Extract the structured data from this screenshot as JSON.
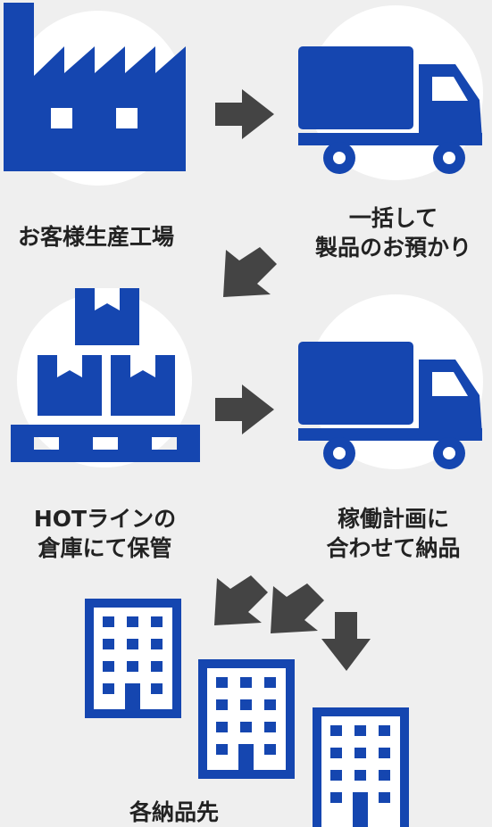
{
  "colors": {
    "brand_blue": "#1546b0",
    "arrow_gray": "#444444",
    "circle_white": "#ffffff",
    "background": "#efefef"
  },
  "steps": [
    {
      "icon": "factory-icon",
      "label_lines": [
        "お客様生産工場"
      ]
    },
    {
      "icon": "truck-icon",
      "label_lines": [
        "一括して",
        "製品のお預かり"
      ]
    },
    {
      "icon": "warehouse-boxes-icon",
      "label_lines": [
        "HOTラインの",
        "倉庫にて保管"
      ]
    },
    {
      "icon": "truck-icon",
      "label_lines": [
        "稼働計画に",
        "合わせて納品"
      ]
    },
    {
      "icon": "buildings-icon",
      "label_lines": [
        "各納品先"
      ]
    }
  ]
}
